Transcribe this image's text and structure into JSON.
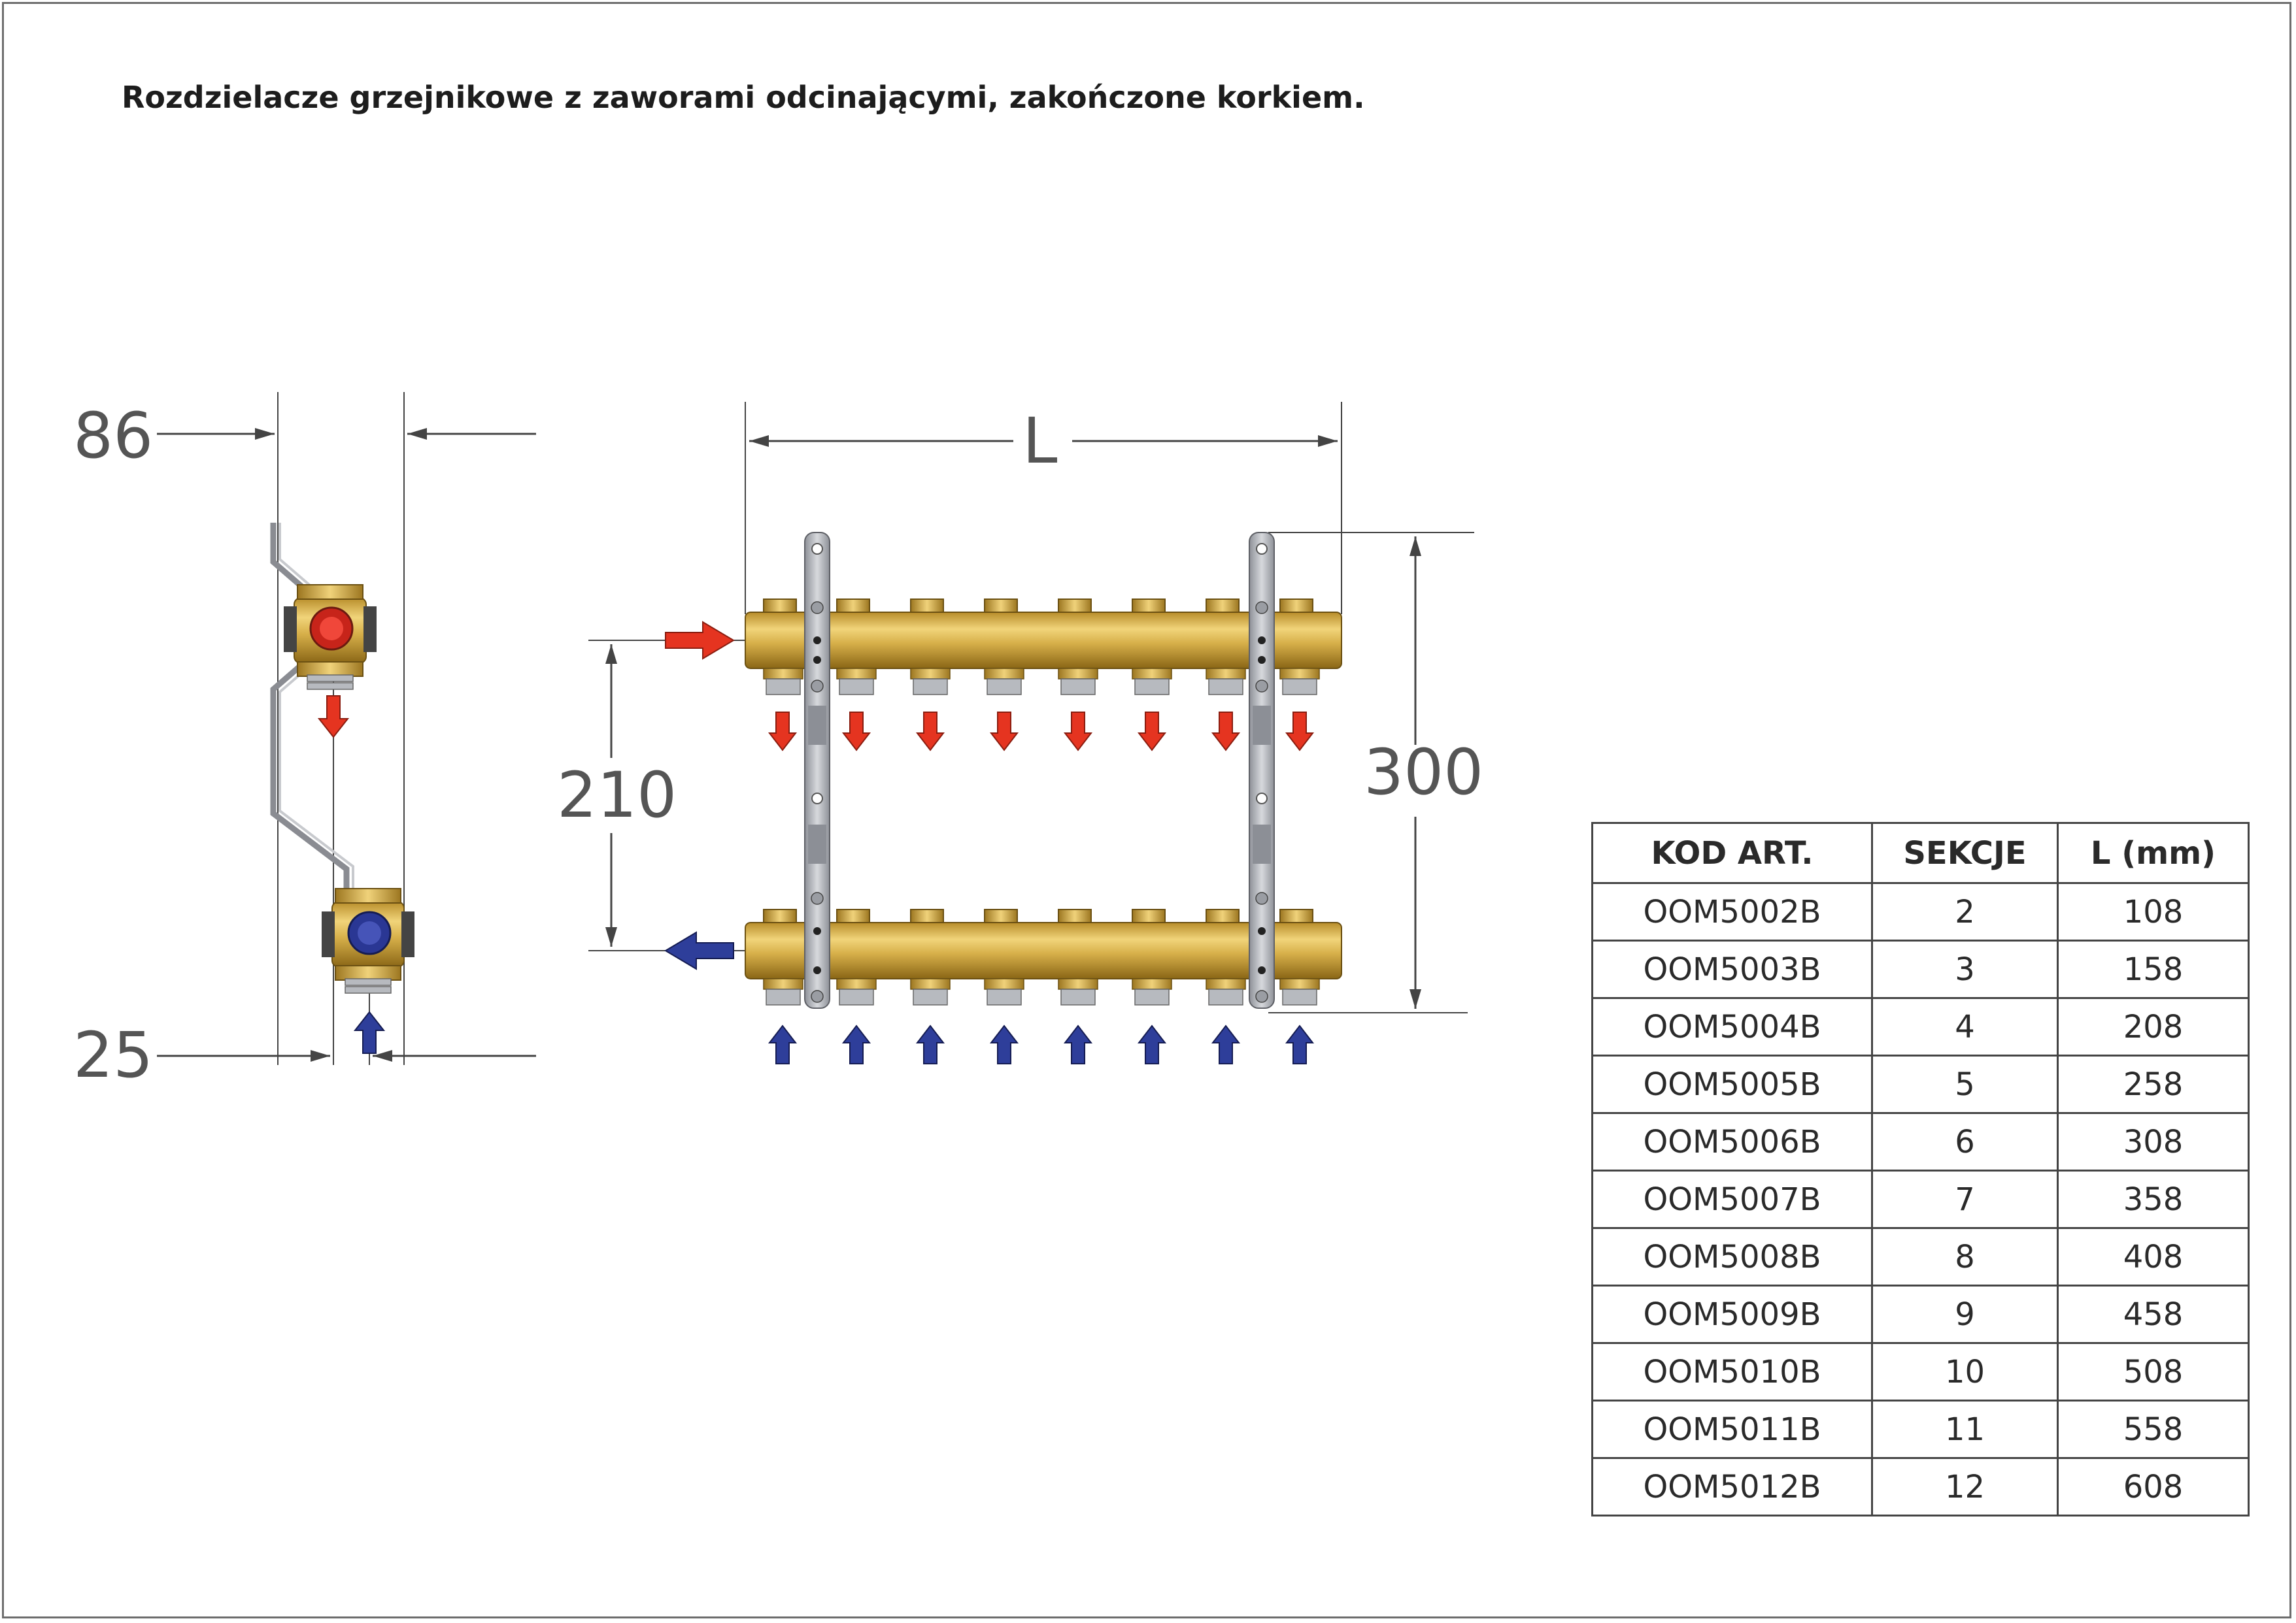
{
  "title": "Rozdzielacze grzejnikowe z zaworami odcinającymi, zakończone korkiem.",
  "dimensions": {
    "side_width": "86",
    "side_offset": "25",
    "length": "L",
    "axis_spacing": "210",
    "height": "300"
  },
  "colors": {
    "brass": "#d9b54a",
    "supply": "#e53420",
    "return": "#2e3e9a",
    "bracket": "#a7aab2"
  },
  "icons": {
    "supply_arrow": "arrow-red-icon",
    "return_arrow": "arrow-blue-icon"
  },
  "table": {
    "headers": [
      "KOD ART.",
      "SEKCJE",
      "L (mm)"
    ],
    "rows": [
      [
        "OOM5002B",
        "2",
        "108"
      ],
      [
        "OOM5003B",
        "3",
        "158"
      ],
      [
        "OOM5004B",
        "4",
        "208"
      ],
      [
        "OOM5005B",
        "5",
        "258"
      ],
      [
        "OOM5006B",
        "6",
        "308"
      ],
      [
        "OOM5007B",
        "7",
        "358"
      ],
      [
        "OOM5008B",
        "8",
        "408"
      ],
      [
        "OOM5009B",
        "9",
        "458"
      ],
      [
        "OOM5010B",
        "10",
        "508"
      ],
      [
        "OOM5011B",
        "11",
        "558"
      ],
      [
        "OOM5012B",
        "12",
        "608"
      ]
    ]
  }
}
